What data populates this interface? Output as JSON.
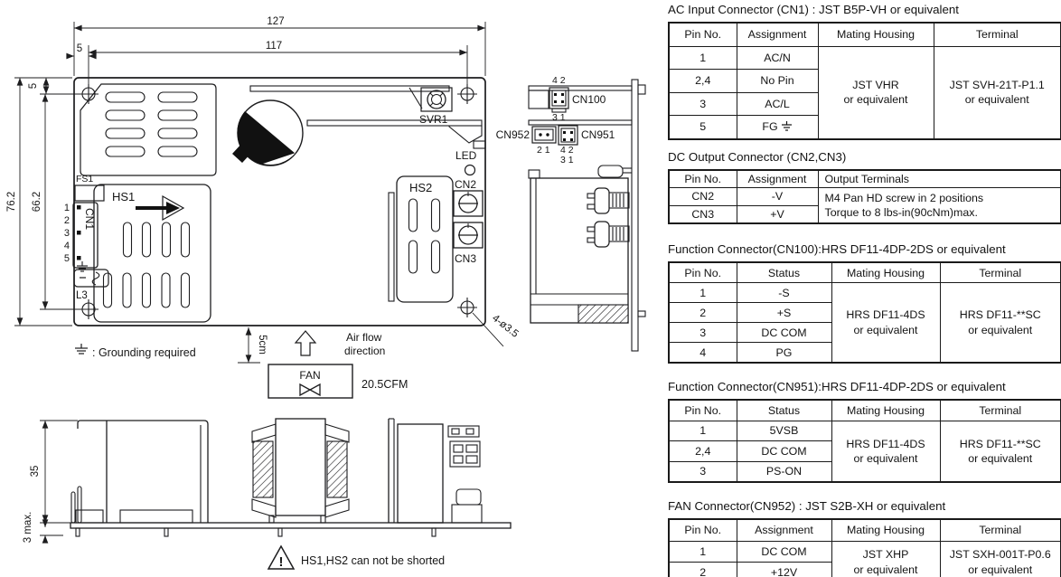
{
  "drawing": {
    "dim127": "127",
    "dim117": "117",
    "dim5_top": "5",
    "dim5_left": "5",
    "dim762": "76.2",
    "dim662": "66.2",
    "dim5cm": "5cm",
    "dim35": "35",
    "dim3max": "3 max.",
    "holes_note": "4-ø3.5",
    "fs1": "FS1",
    "cn1": "CN1",
    "cn1_pins": [
      "1",
      "2",
      "3",
      "4",
      "5"
    ],
    "l3": "L3",
    "hs1": "HS1",
    "hs2": "HS2",
    "svr1": "SVR1",
    "led": "LED",
    "cn2": "CN2",
    "cn3": "CN3",
    "cn100": "CN100",
    "cn951": "CN951",
    "cn952": "CN952",
    "cn100_pins_top": "4 2",
    "cn100_pins_bottom": "3 1",
    "cn951_pins_top": "4 2",
    "cn951_pins_bottom": "3 1",
    "cn952_pins": "2 1",
    "grounding_note": ": Grounding required",
    "air1": "Air flow",
    "air2": "direction",
    "fan": "FAN",
    "cfm": "20.5CFM",
    "warning_mark": "!",
    "warning": "HS1,HS2 can not be shorted"
  },
  "tables": [
    {
      "title": "AC Input Connector (CN1) : JST B5P-VH or equivalent",
      "headers": [
        "Pin No.",
        "Assignment",
        "Mating Housing",
        "Terminal"
      ],
      "rows": [
        [
          "1",
          "AC/N"
        ],
        [
          "2,4",
          "No Pin"
        ],
        [
          "3",
          "AC/L"
        ],
        [
          "5",
          "FG"
        ]
      ],
      "mating": "JST VHR\nor equivalent",
      "terminal": "JST SVH-21T-P1.1\nor equivalent"
    },
    {
      "title": "DC Output Connector (CN2,CN3)",
      "headers": [
        "Pin No.",
        "Assignment",
        "Output Terminals"
      ],
      "rows": [
        [
          "CN2",
          "-V"
        ],
        [
          "CN3",
          "+V"
        ]
      ],
      "terminals": "M4 Pan HD screw in 2 positions\nTorque to 8 lbs-in(90cNm)max."
    },
    {
      "title": "Function Connector(CN100):HRS DF11-4DP-2DS or equivalent",
      "headers": [
        "Pin No.",
        "Status",
        "Mating Housing",
        "Terminal"
      ],
      "rows": [
        [
          "1",
          "-S"
        ],
        [
          "2",
          "+S"
        ],
        [
          "3",
          "DC COM"
        ],
        [
          "4",
          "PG"
        ]
      ],
      "mating": "HRS DF11-4DS\nor equivalent",
      "terminal": "HRS DF11-**SC\nor equivalent"
    },
    {
      "title": "Function Connector(CN951):HRS DF11-4DP-2DS or equivalent",
      "headers": [
        "Pin No.",
        "Status",
        "Mating Housing",
        "Terminal"
      ],
      "rows": [
        [
          "1",
          "5VSB"
        ],
        [
          "2,4",
          "DC COM"
        ],
        [
          "3",
          "PS-ON"
        ]
      ],
      "mating": "HRS DF11-4DS\nor equivalent",
      "terminal": "HRS DF11-**SC\nor equivalent"
    },
    {
      "title": "FAN Connector(CN952) : JST S2B-XH or equivalent",
      "headers": [
        "Pin No.",
        "Assignment",
        "Mating Housing",
        "Terminal"
      ],
      "rows": [
        [
          "1",
          "DC COM"
        ],
        [
          "2",
          "+12V"
        ]
      ],
      "mating": "JST XHP\nor equivalent",
      "terminal": "JST SXH-001T-P0.6\nor equivalent"
    }
  ]
}
